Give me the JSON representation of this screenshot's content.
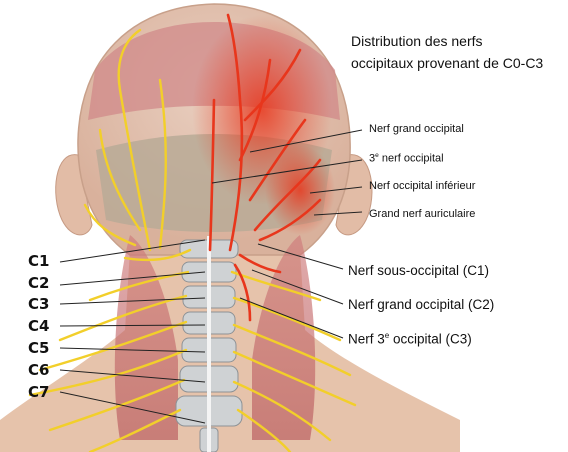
{
  "title": {
    "line1": "Distribution des nerfs",
    "line2": "occipitaux provenant de C0-C3"
  },
  "upper_labels": {
    "grand_occipital": "Nerf grand occipital",
    "third_pre": "3",
    "third_sup": "e",
    "third_post": " nerf occipital",
    "occipital_inferieur": "Nerf occipital inférieur",
    "grand_auriculaire": "Grand nerf auriculaire"
  },
  "lower_labels": {
    "sous_occipital": "Nerf sous-occipital (C1)",
    "grand_occipital_c2": "Nerf grand occipital (C2)",
    "third_pre": "Nerf 3",
    "third_sup": "e",
    "third_post": " occipital (C3)"
  },
  "levels": [
    "C1",
    "C2",
    "C3",
    "C4",
    "C5",
    "C6",
    "C7"
  ],
  "colors": {
    "skin": "#e8c9b4",
    "muscle": "#c96a6e",
    "nerve_yellow": "#f2cf2a",
    "nerve_red": "#e8361c",
    "bone": "#cfd2d4"
  }
}
